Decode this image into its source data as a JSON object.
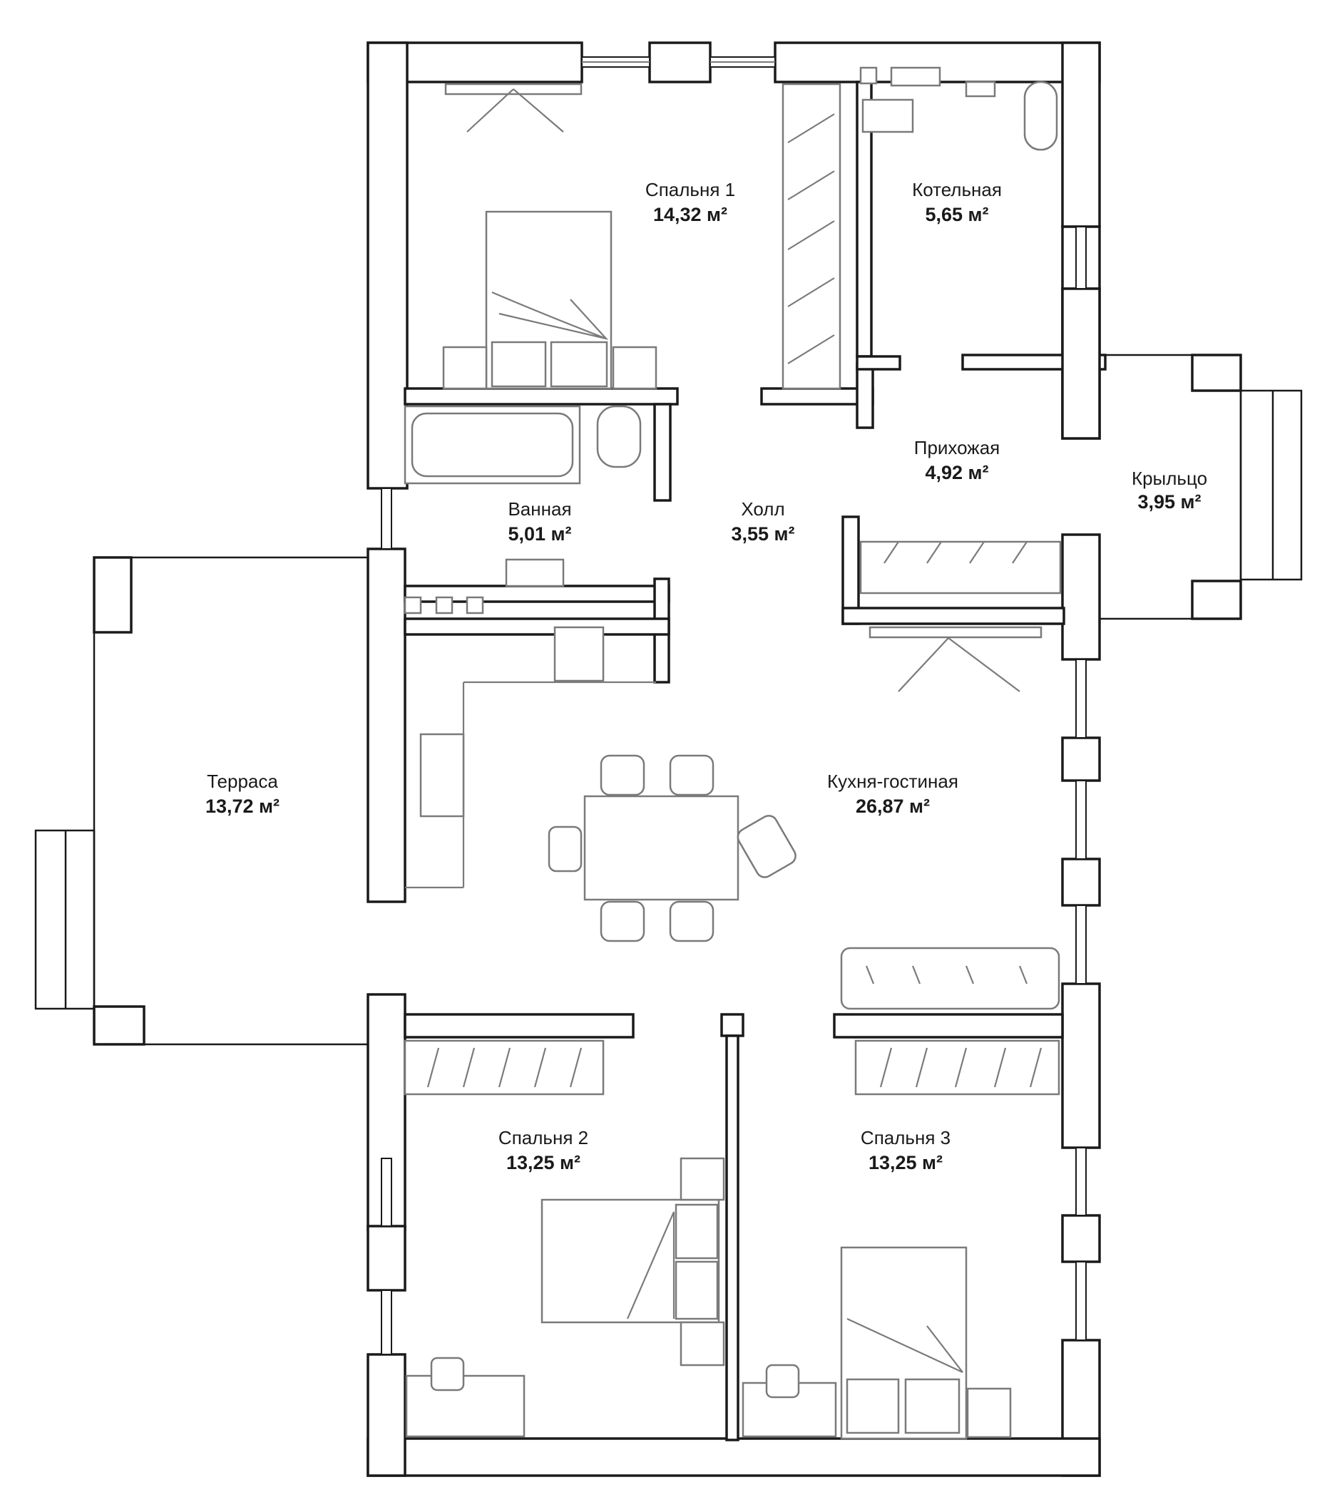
{
  "rooms": {
    "bedroom1": {
      "name": "Спальня 1",
      "area": "14,32 м²"
    },
    "boiler": {
      "name": "Котельная",
      "area": "5,65 м²"
    },
    "entry": {
      "name": "Прихожая",
      "area": "4,92 м²"
    },
    "porch": {
      "name": "Крыльцо",
      "area": "3,95 м²"
    },
    "bath": {
      "name": "Ванная",
      "area": "5,01 м²"
    },
    "hall": {
      "name": "Холл",
      "area": "3,55 м²"
    },
    "terrace": {
      "name": "Терраса",
      "area": "13,72 м²"
    },
    "kitchen": {
      "name": "Кухня-гостиная",
      "area": "26,87 м²"
    },
    "bedroom2": {
      "name": "Спальня 2",
      "area": "13,25 м²"
    },
    "bedroom3": {
      "name": "Спальня 3",
      "area": "13,25 м²"
    }
  },
  "colors": {
    "wall": "#1a1a1a",
    "furniture": "#7a7a7a",
    "background": "#ffffff"
  }
}
